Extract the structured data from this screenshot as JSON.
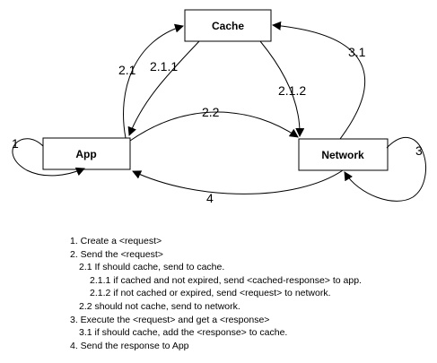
{
  "nodes": {
    "cache": "Cache",
    "app": "App",
    "network": "Network"
  },
  "edges": {
    "e1": "1",
    "e2_1": "2.1",
    "e2_1_1": "2.1.1",
    "e2_1_2": "2.1.2",
    "e2_2": "2.2",
    "e3": "3",
    "e3_1": "3.1",
    "e4": "4"
  },
  "steps": [
    "1. Create a <request>",
    "2. Send the <request>",
    "2.1 If should cache, send to cache.",
    "2.1.1 if cached and not expired, send <cached-response> to app.",
    "2.1.2 if not cached or expired, send <request> to network.",
    "2.2 should not cache, send to network.",
    "3. Execute the <request> and get a <response>",
    "3.1 if should cache, add the <response> to cache.",
    "4. Send the response to App"
  ]
}
